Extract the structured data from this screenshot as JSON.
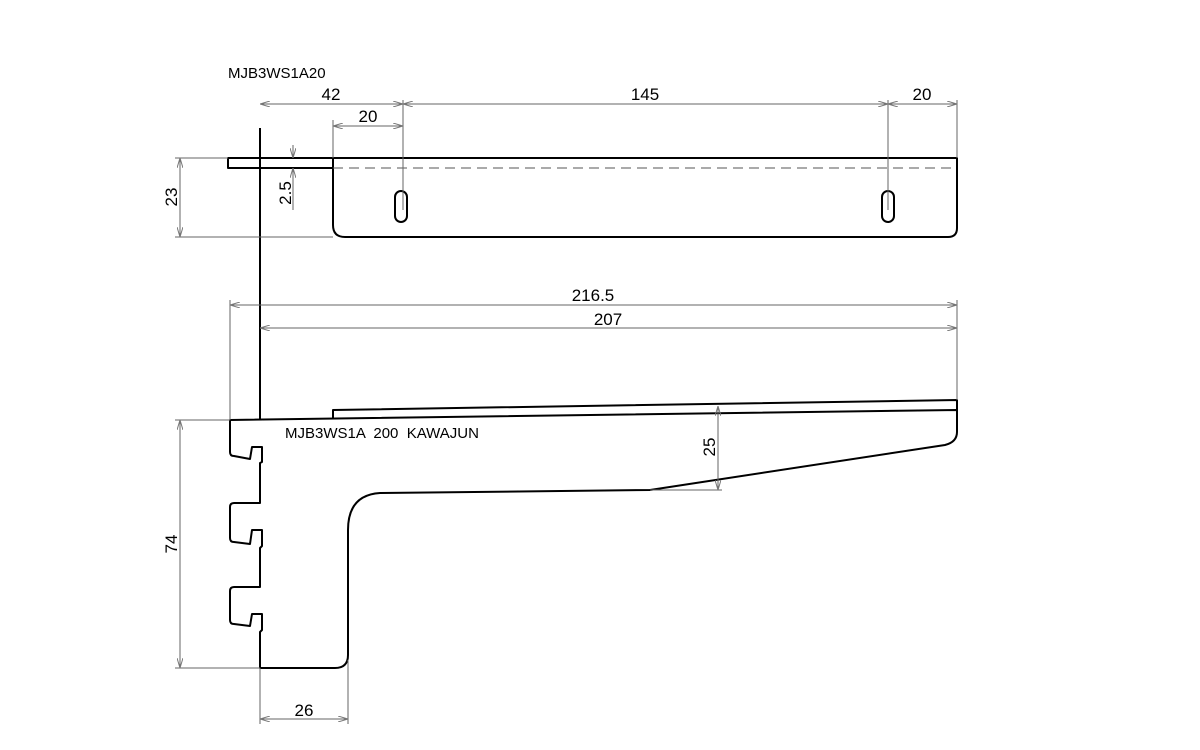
{
  "drawing": {
    "top_view_label": "MJB3WS1A20",
    "side_view_engraving": "MJB3WS1A  200  KAWAJUN",
    "dimensions": {
      "hole_offset_from_back": "42",
      "hole_offset_from_front_edge": "20",
      "hole_spacing": "145",
      "hole_offset_from_tip": "20",
      "plate_depth": "23",
      "plate_thickness": "2.5",
      "overall_length": "216.5",
      "arm_length": "207",
      "arm_height": "25",
      "back_height": "74",
      "back_width": "26"
    }
  }
}
